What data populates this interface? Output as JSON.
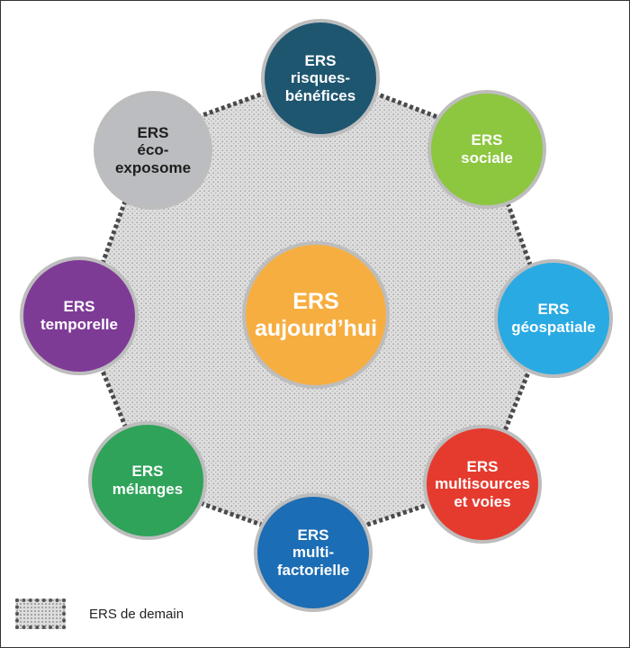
{
  "center": {
    "lines": [
      "ERS",
      "aujourd’hui"
    ],
    "color": "#f7ae41"
  },
  "satellites": [
    {
      "id": "risques-benefices",
      "lines": [
        "ERS",
        "risques-",
        "bénéfices"
      ],
      "color": "#1e5670"
    },
    {
      "id": "sociale",
      "lines": [
        "ERS",
        "sociale"
      ],
      "color": "#8dc63f"
    },
    {
      "id": "geospatiale",
      "lines": [
        "ERS",
        "géospatiale"
      ],
      "color": "#2aaae2"
    },
    {
      "id": "multisources",
      "lines": [
        "ERS",
        "multisources",
        "et voies"
      ],
      "color": "#e53b2f"
    },
    {
      "id": "multifactorielle",
      "lines": [
        "ERS",
        "multi-",
        "factorielle"
      ],
      "color": "#1b6db5"
    },
    {
      "id": "melanges",
      "lines": [
        "ERS",
        "mélanges"
      ],
      "color": "#2fa35a"
    },
    {
      "id": "temporelle",
      "lines": [
        "ERS",
        "temporelle"
      ],
      "color": "#7e3b96"
    },
    {
      "id": "eco-exposome",
      "lines": [
        "ERS",
        "éco-",
        "exposome"
      ],
      "color": "#bcbdc0",
      "text_color": "#1e1e1e"
    }
  ],
  "legend": {
    "label": "ERS de demain"
  }
}
